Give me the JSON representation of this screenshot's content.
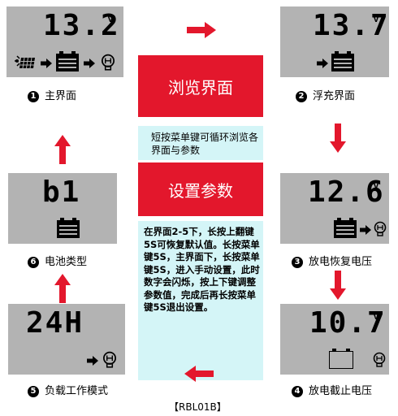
{
  "screens": [
    {
      "id": 1,
      "display": "13.2",
      "unit": "V",
      "caption": "主界面"
    },
    {
      "id": 2,
      "display": "13.7",
      "unit": "V",
      "caption": "浮充界面"
    },
    {
      "id": 3,
      "display": "12.6",
      "unit": "V",
      "caption": "放电恢复电压"
    },
    {
      "id": 4,
      "display": "10.7",
      "unit": "V",
      "caption": "放电截止电压"
    },
    {
      "id": 5,
      "display": "24H",
      "unit": "",
      "caption": "负载工作模式"
    },
    {
      "id": 6,
      "display": "b1",
      "unit": "",
      "caption": "电池类型"
    }
  ],
  "browse_banner": "浏览界面",
  "browse_info": "短按菜单键可循环浏览各界面与参数",
  "setup_banner": "设置参数",
  "setup_info": "在界面2-5下，长按上翻键5S可恢复默认值。长按菜单键5S，主界面下，长按菜单键5S，进入手动设置，此时数字会闪烁，按上下键调整参数值，完成后再长按菜单键5S退出设置。",
  "model": "【RBL01B】",
  "colors": {
    "accent_red": "#e3172c",
    "info_bg": "#d4f5f7",
    "lcd_bg": "#b3b3b3"
  },
  "icons": [
    "solar-panel-icon",
    "battery-icon",
    "lamp-icon",
    "arrow-icon"
  ]
}
